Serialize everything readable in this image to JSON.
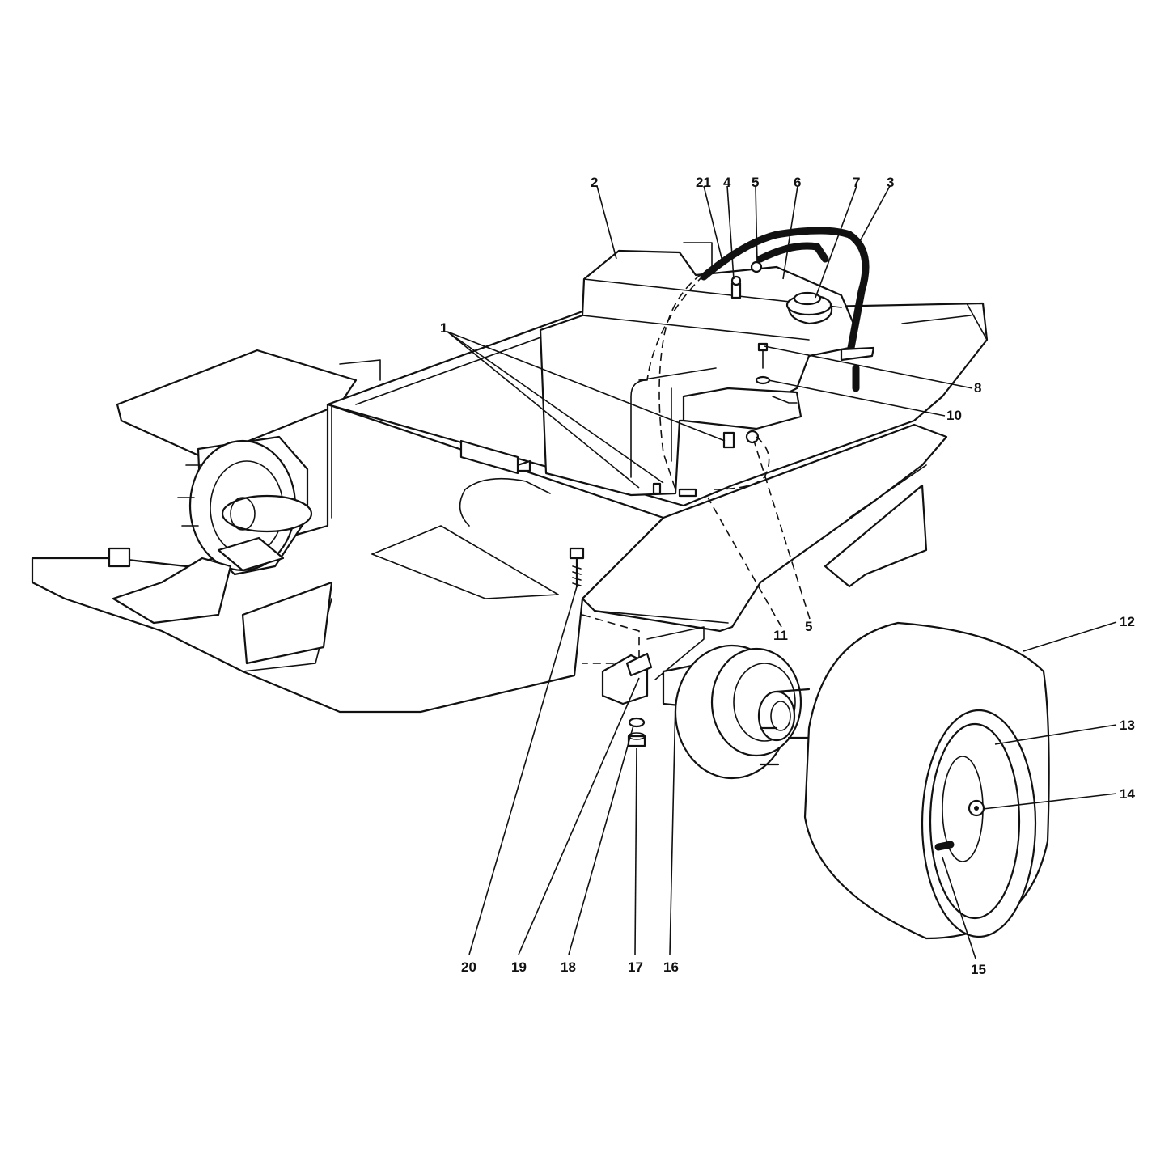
{
  "callouts": [
    {
      "id": "c2",
      "label": "2"
    },
    {
      "id": "c21",
      "label": "21"
    },
    {
      "id": "c4",
      "label": "4"
    },
    {
      "id": "c5a",
      "label": "5"
    },
    {
      "id": "c6",
      "label": "6"
    },
    {
      "id": "c7",
      "label": "7"
    },
    {
      "id": "c3",
      "label": "3"
    },
    {
      "id": "c1",
      "label": "1"
    },
    {
      "id": "c8",
      "label": "8"
    },
    {
      "id": "c10",
      "label": "10"
    },
    {
      "id": "c11",
      "label": "11"
    },
    {
      "id": "c5b",
      "label": "5"
    },
    {
      "id": "c12",
      "label": "12"
    },
    {
      "id": "c13",
      "label": "13"
    },
    {
      "id": "c14",
      "label": "14"
    },
    {
      "id": "c15",
      "label": "15"
    },
    {
      "id": "c16",
      "label": "16"
    },
    {
      "id": "c17",
      "label": "17"
    },
    {
      "id": "c18",
      "label": "18"
    },
    {
      "id": "c19",
      "label": "19"
    },
    {
      "id": "c20",
      "label": "20"
    }
  ]
}
